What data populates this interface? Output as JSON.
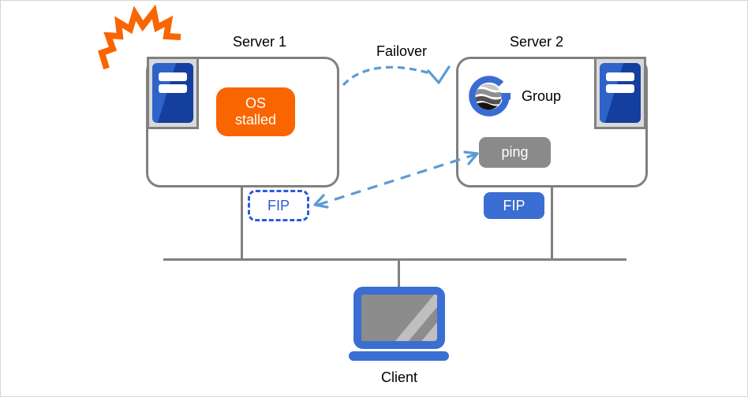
{
  "labels": {
    "server1": "Server 1",
    "server2": "Server 2",
    "failover": "Failover",
    "group": "Group",
    "client": "Client"
  },
  "badges": {
    "os_stalled": "OS\nstalled",
    "ping": "ping",
    "fip_floating": "FIP",
    "fip_active": "FIP"
  },
  "icons": {
    "explosion": "explosion-icon",
    "server1_tower": "server-tower-icon",
    "server2_tower": "server-tower-icon",
    "group_logo": "cluster-group-logo-icon",
    "laptop": "laptop-icon"
  },
  "arrows": {
    "failover_arrow": "dashed curved arrow from Server 1 to Server 2",
    "ping_fip_arrow": "dashed double-headed arrow between ping and floating FIP"
  },
  "colors": {
    "accent_orange": "#f96500",
    "tower_blue_dark": "#143f9e",
    "tower_blue_light": "#2e63c9",
    "royal_blue": "#3a6ed2",
    "fip_border_blue": "#2d5cd3",
    "arrow_blue": "#5b9bd5",
    "line_gray": "#808080",
    "badge_gray": "#8a8a8a",
    "frame_gray": "#d9d9d9"
  }
}
